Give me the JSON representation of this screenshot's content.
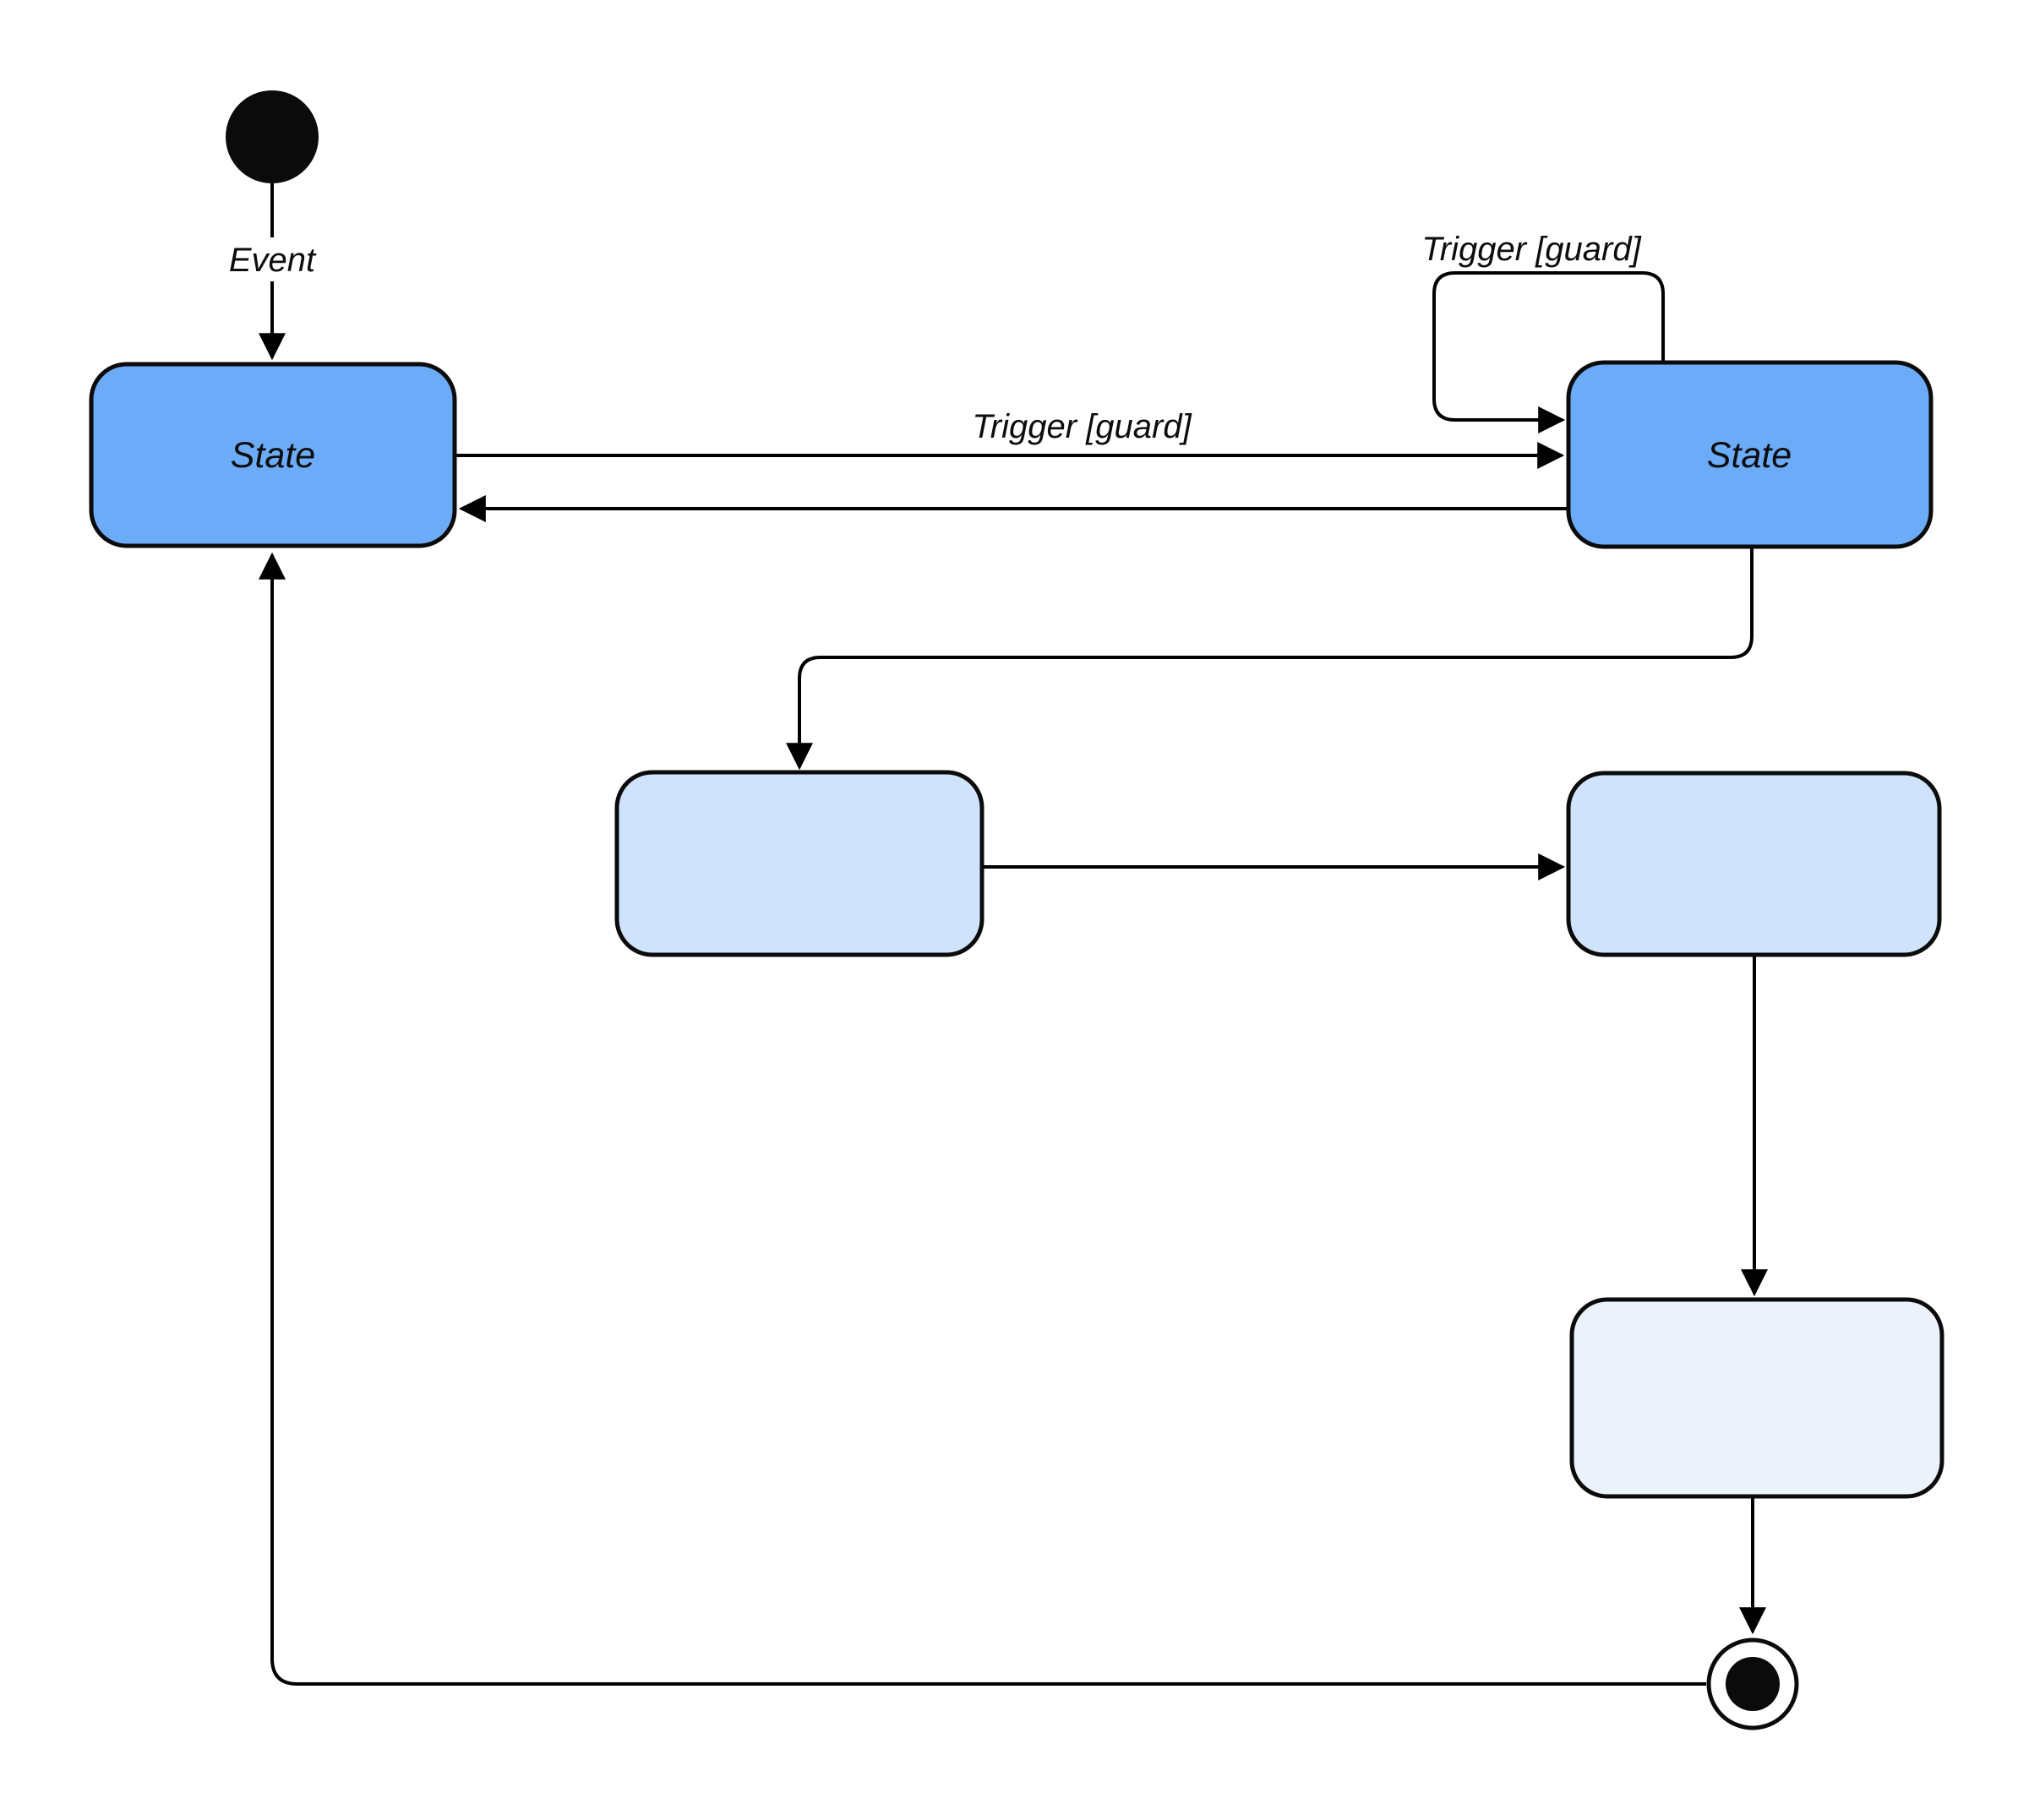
{
  "diagram": {
    "kind": "uml-state-machine",
    "colors": {
      "state_fill": "#6babf8",
      "substate_fill": "#d0e3fc",
      "substate_fill_pale": "#ecf2fc",
      "node_stroke": "#0b0b0b",
      "edge_stroke": "#000000",
      "text": "#0d0d0d",
      "background": "#ffffff"
    },
    "nodes": {
      "initial": {
        "kind": "initial-pseudostate",
        "label": ""
      },
      "state_left": {
        "kind": "state",
        "label": "State"
      },
      "state_right": {
        "kind": "state",
        "label": "State"
      },
      "substate_mid_left": {
        "kind": "state",
        "label": ""
      },
      "substate_mid_right": {
        "kind": "state",
        "label": ""
      },
      "substate_bottom": {
        "kind": "state",
        "label": ""
      },
      "final": {
        "kind": "final-state",
        "label": ""
      }
    },
    "edges": {
      "initial_to_left": {
        "label": "Event"
      },
      "left_to_right": {
        "label": "Trigger [guard]"
      },
      "right_to_left": {
        "label": ""
      },
      "self_loop_right": {
        "label": "Trigger [guard]"
      },
      "right_to_substate": {
        "label": ""
      },
      "substate_to_substate": {
        "label": ""
      },
      "substate_down": {
        "label": ""
      },
      "substate_to_final": {
        "label": ""
      },
      "final_to_left": {
        "label": ""
      }
    }
  }
}
